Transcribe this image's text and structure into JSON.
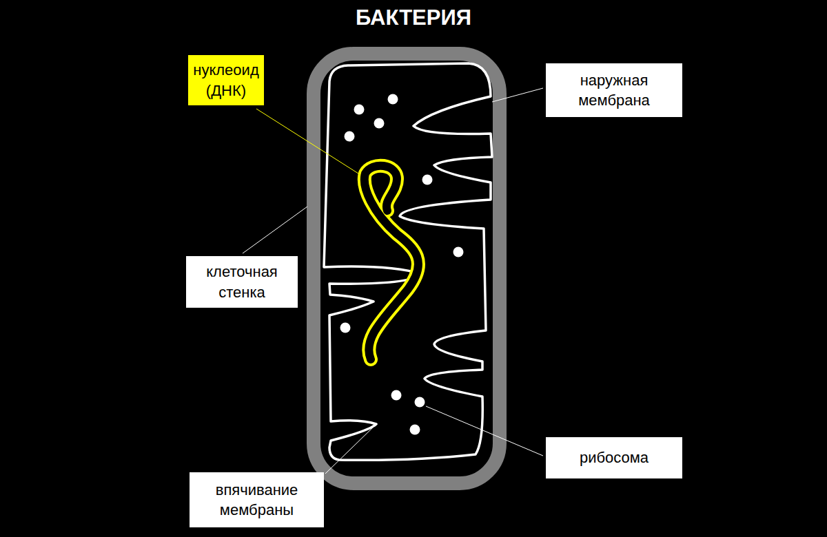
{
  "diagram": {
    "title": "БАКТЕРИЯ",
    "nodes": [
      {
        "text": [
          "нуклеоид (ДНК)"
        ]
      },
      {
        "text": [
          "наружная мембрана"
        ]
      },
      {
        "text": [
          "клеточная стенка"
        ]
      },
      {
        "text": [
          "рибосома"
        ]
      },
      {
        "text": [
          "впячивание мембраны"
        ]
      }
    ]
  }
}
